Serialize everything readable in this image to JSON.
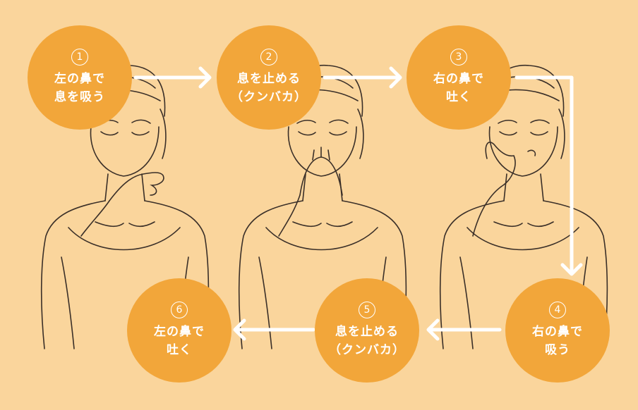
{
  "colors": {
    "background": "#fad59c",
    "circle": "#f2a63a",
    "text": "#ffffff",
    "line_art": "#3a2f28"
  },
  "figures": [
    {
      "name": "woman-blocking-right-nostril",
      "icon": "woman-breathing-figure"
    },
    {
      "name": "woman-blocking-both-nostrils",
      "icon": "woman-breathing-figure"
    },
    {
      "name": "woman-blocking-left-nostril",
      "icon": "woman-breathing-figure"
    }
  ],
  "steps": [
    {
      "num": "1",
      "line1": "左の鼻で",
      "line2": "息を吸う"
    },
    {
      "num": "2",
      "line1": "息を止める",
      "line2": "（クンバカ）"
    },
    {
      "num": "3",
      "line1": "右の鼻で",
      "line2": "吐く"
    },
    {
      "num": "4",
      "line1": "右の鼻で",
      "line2": "吸う"
    },
    {
      "num": "5",
      "line1": "息を止める",
      "line2": "（クンバカ）"
    },
    {
      "num": "6",
      "line1": "左の鼻で",
      "line2": "吐く"
    }
  ]
}
